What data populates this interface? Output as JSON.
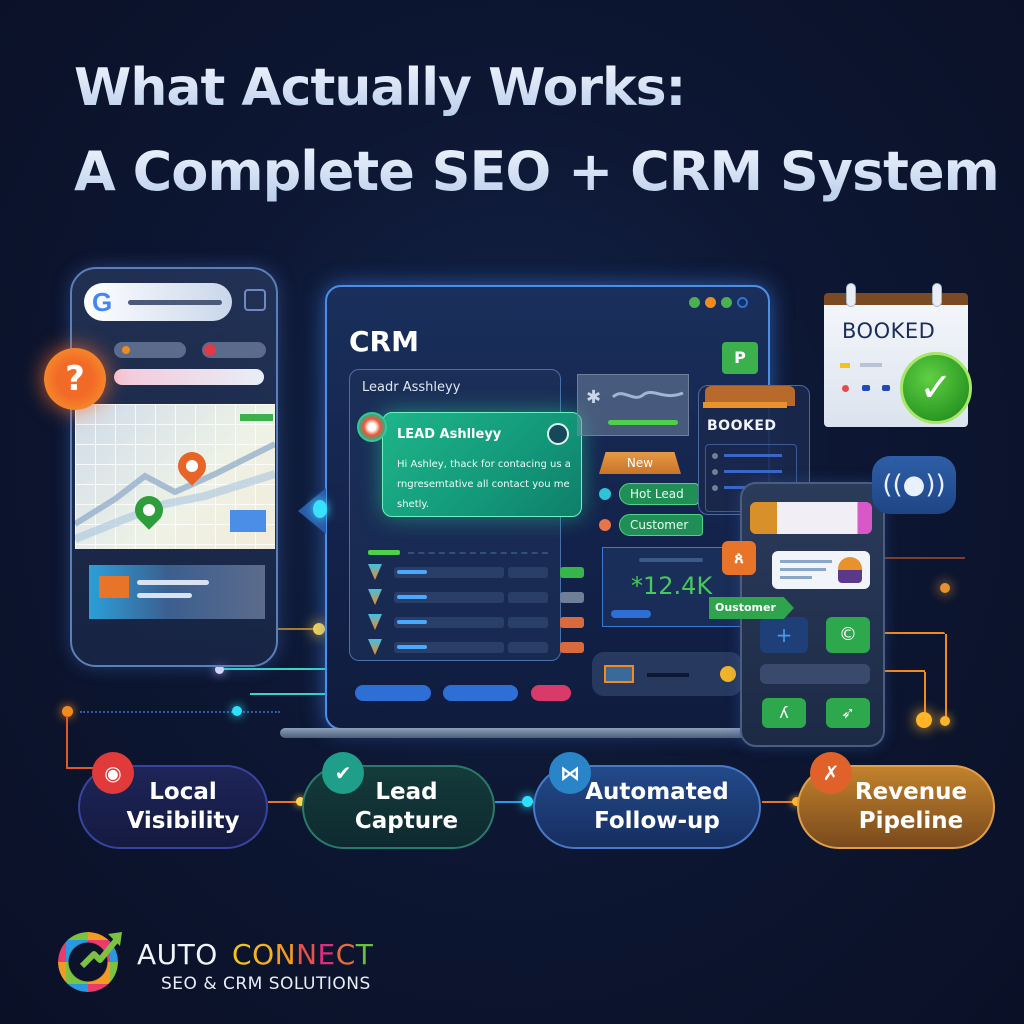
{
  "title": {
    "line1": "What Actually Works:",
    "line2": "A Complete SEO + CRM System"
  },
  "seo_phone": {
    "search_icon": "google-g",
    "search_logo_letter": "G",
    "alert_icon": "question-mark",
    "alert_glyph": "?",
    "pins": [
      {
        "color": "#e8652a"
      },
      {
        "color": "#2e9e3a"
      }
    ]
  },
  "crm": {
    "title": "CRM",
    "window_dots": [
      "#4caf50",
      "#f28a1e",
      "#4caf50",
      "#2a73d8"
    ],
    "lead_panel_title": "Leadr Asshleyy",
    "chat": {
      "title": "LEAD Ashlleyy",
      "body": "Hi Ashley, thack for contacing us a rngresemtative all contact you me shetly."
    },
    "lead_rows": [
      {
        "tag_color": "#35b54a"
      },
      {
        "tag_color": "#6f7f98"
      },
      {
        "tag_color": "#d86a3e"
      },
      {
        "tag_color": "#d86a3e"
      }
    ],
    "action_buttons": [
      {
        "color": "#2e6fd6"
      },
      {
        "color": "#2e6fd6"
      },
      {
        "color": "#d83a6a"
      }
    ],
    "tags": {
      "new": "New",
      "hot_lead": "Hot Lead",
      "customer": "Customer"
    },
    "revenue": {
      "value": "*12.4K"
    },
    "booked_card_label": "BOOKED"
  },
  "mobile": {
    "customer_flag": "Oustomer",
    "orange_badge_glyph": "ጰ"
  },
  "calendar": {
    "label": "BOOKED",
    "check_glyph": "✓",
    "signal_glyph": "((●))"
  },
  "pipeline": [
    {
      "label_line1": "Local",
      "label_line2": "Visibility",
      "icon": "target-icon",
      "glyph": "◉",
      "icon_color": "#e03a3a"
    },
    {
      "label_line1": "Lead",
      "label_line2": "Capture",
      "icon": "check-icon",
      "glyph": "✔",
      "icon_color": "#1f9e8a"
    },
    {
      "label_line1": "Automated",
      "label_line2": "Follow-up",
      "icon": "automation-icon",
      "glyph": "⋈",
      "icon_color": "#2a85c8"
    },
    {
      "label_line1": "Revenue",
      "label_line2": "Pipeline",
      "icon": "growth-icon",
      "glyph": "✗",
      "icon_color": "#e0622a"
    }
  ],
  "brand": {
    "word1": "AUTO",
    "word2_letters": [
      {
        "ch": "C",
        "color": "#f4c21e"
      },
      {
        "ch": "O",
        "color": "#f4b21e"
      },
      {
        "ch": "N",
        "color": "#f29a23"
      },
      {
        "ch": "N",
        "color": "#e8504a"
      },
      {
        "ch": "E",
        "color": "#d8307a"
      },
      {
        "ch": "C",
        "color": "#e86a3a"
      },
      {
        "ch": "T",
        "color": "#6cbf3a"
      }
    ],
    "tagline": "SEO & CRM SOLUTIONS"
  }
}
